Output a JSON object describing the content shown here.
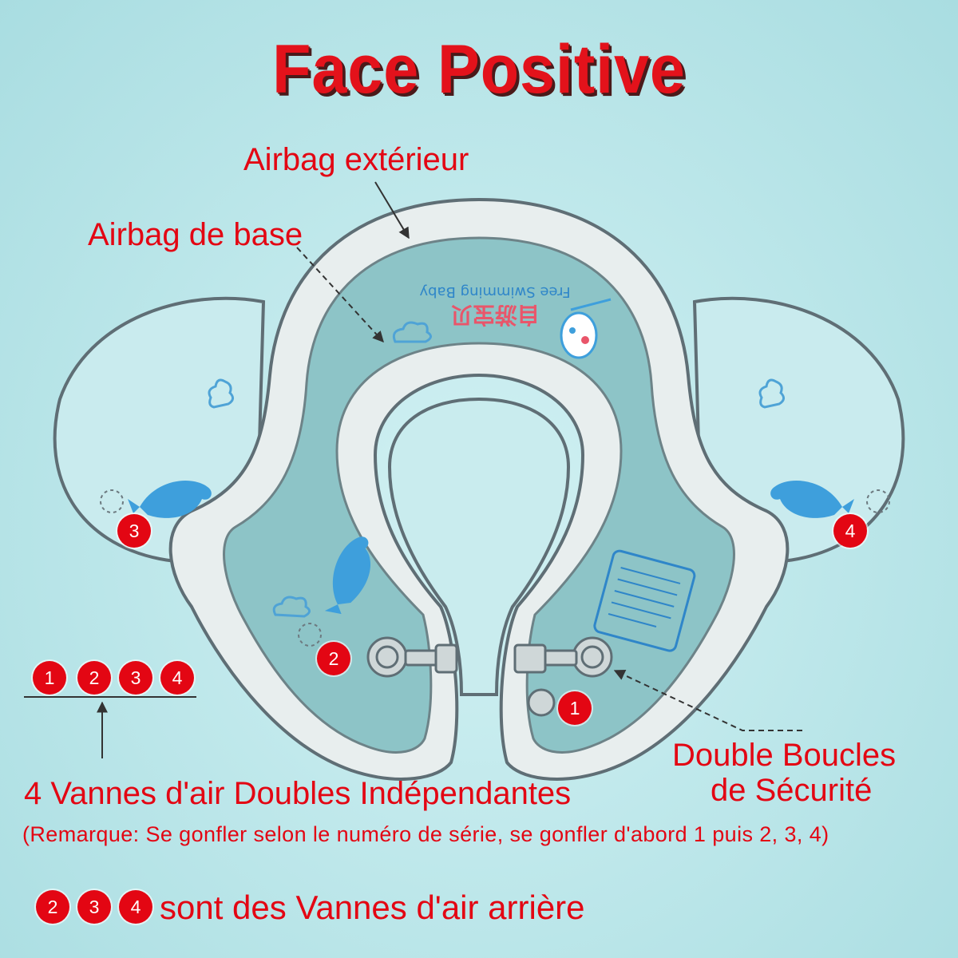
{
  "title": "Face Positive",
  "labels": {
    "outer_airbag": "Airbag extérieur",
    "base_airbag": "Airbag de base",
    "buckles_line1": "Double Boucles",
    "buckles_line2": "de Sécurité",
    "valves": "4 Vannes d'air Doubles Indépendantes",
    "remark": "(Remarque: Se gonfler selon le numéro de série, se gonfler d'abord 1 puis 2, 3, 4)",
    "rear_valves": "sont des Vannes d'air arrière"
  },
  "float_print": {
    "brand_text": "Free Swimming Baby",
    "chinese_text": "自游宝贝"
  },
  "valve_badges": {
    "on_float": [
      "1",
      "2",
      "3",
      "4"
    ],
    "legend_row": [
      "1",
      "2",
      "3",
      "4"
    ],
    "rear_row": [
      "2",
      "3",
      "4"
    ]
  },
  "colors": {
    "red": "#e30613",
    "outer_ring": "#e6ecec",
    "inner_body": "#8fc6c9",
    "side_wing": "#c7e9ec",
    "outline": "#6d7a80"
  }
}
